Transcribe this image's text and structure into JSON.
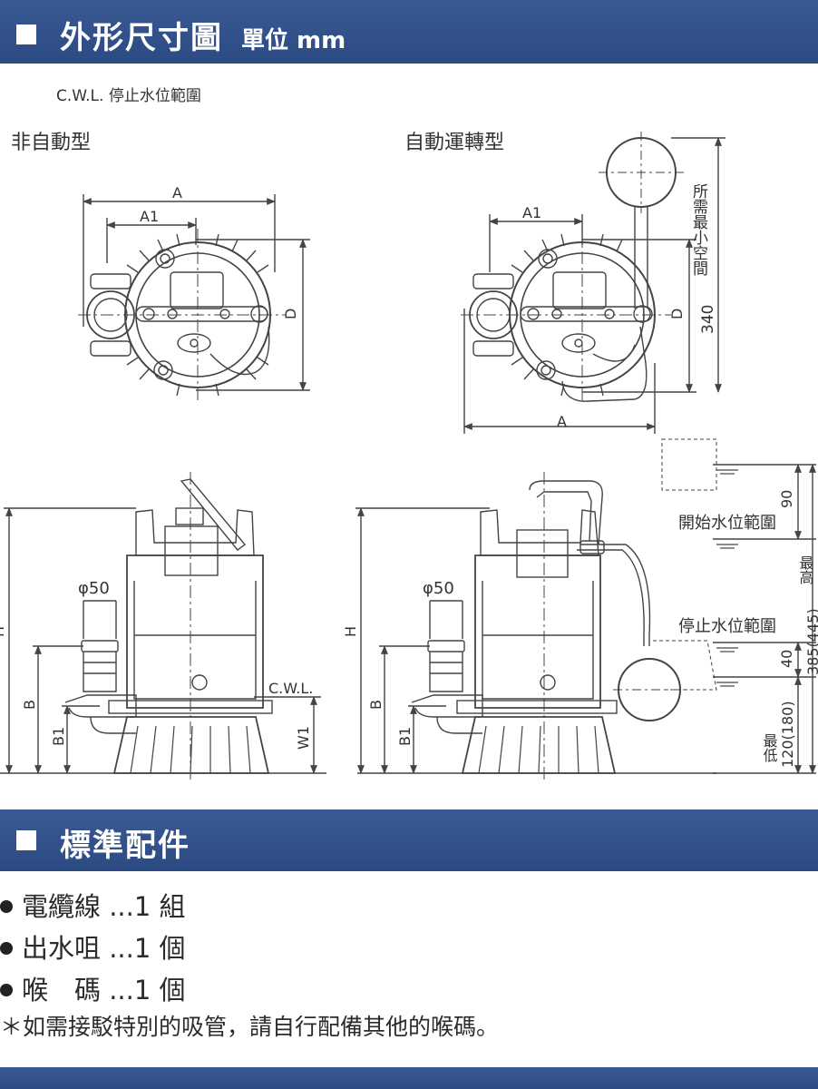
{
  "header": {
    "title": "外形尺寸圖",
    "unit": "單位 mm"
  },
  "drawing": {
    "cwl_note": "C.W.L. 停止水位範圍",
    "left_type": "非自動型",
    "right_type": "自動運轉型",
    "dim_A": "A",
    "dim_A1": "A1",
    "dim_D": "D",
    "dim_H": "H",
    "dim_B": "B",
    "dim_B1": "B1",
    "dim_W1": "W1",
    "dia_left": "φ50",
    "dia_right": "φ50",
    "cwl_label": "C.W.L.",
    "space_label": "所需最小空間",
    "space_value": "340",
    "start_range": "開始水位範圍",
    "stop_range": "停止水位範圍",
    "val_90": "90",
    "val_40": "40",
    "max_high_label": "最高",
    "max_high_value": "385(445)",
    "min_low_label": "最低",
    "min_low_value": "120(180)"
  },
  "accessories": {
    "title": "標準配件",
    "items": [
      "電纜線 ...1 組",
      "出水咀 ...1 個",
      "喉　碼 ...1 個"
    ],
    "note": "＊如需接駁特別的吸管，請自行配備其他的喉碼。"
  }
}
